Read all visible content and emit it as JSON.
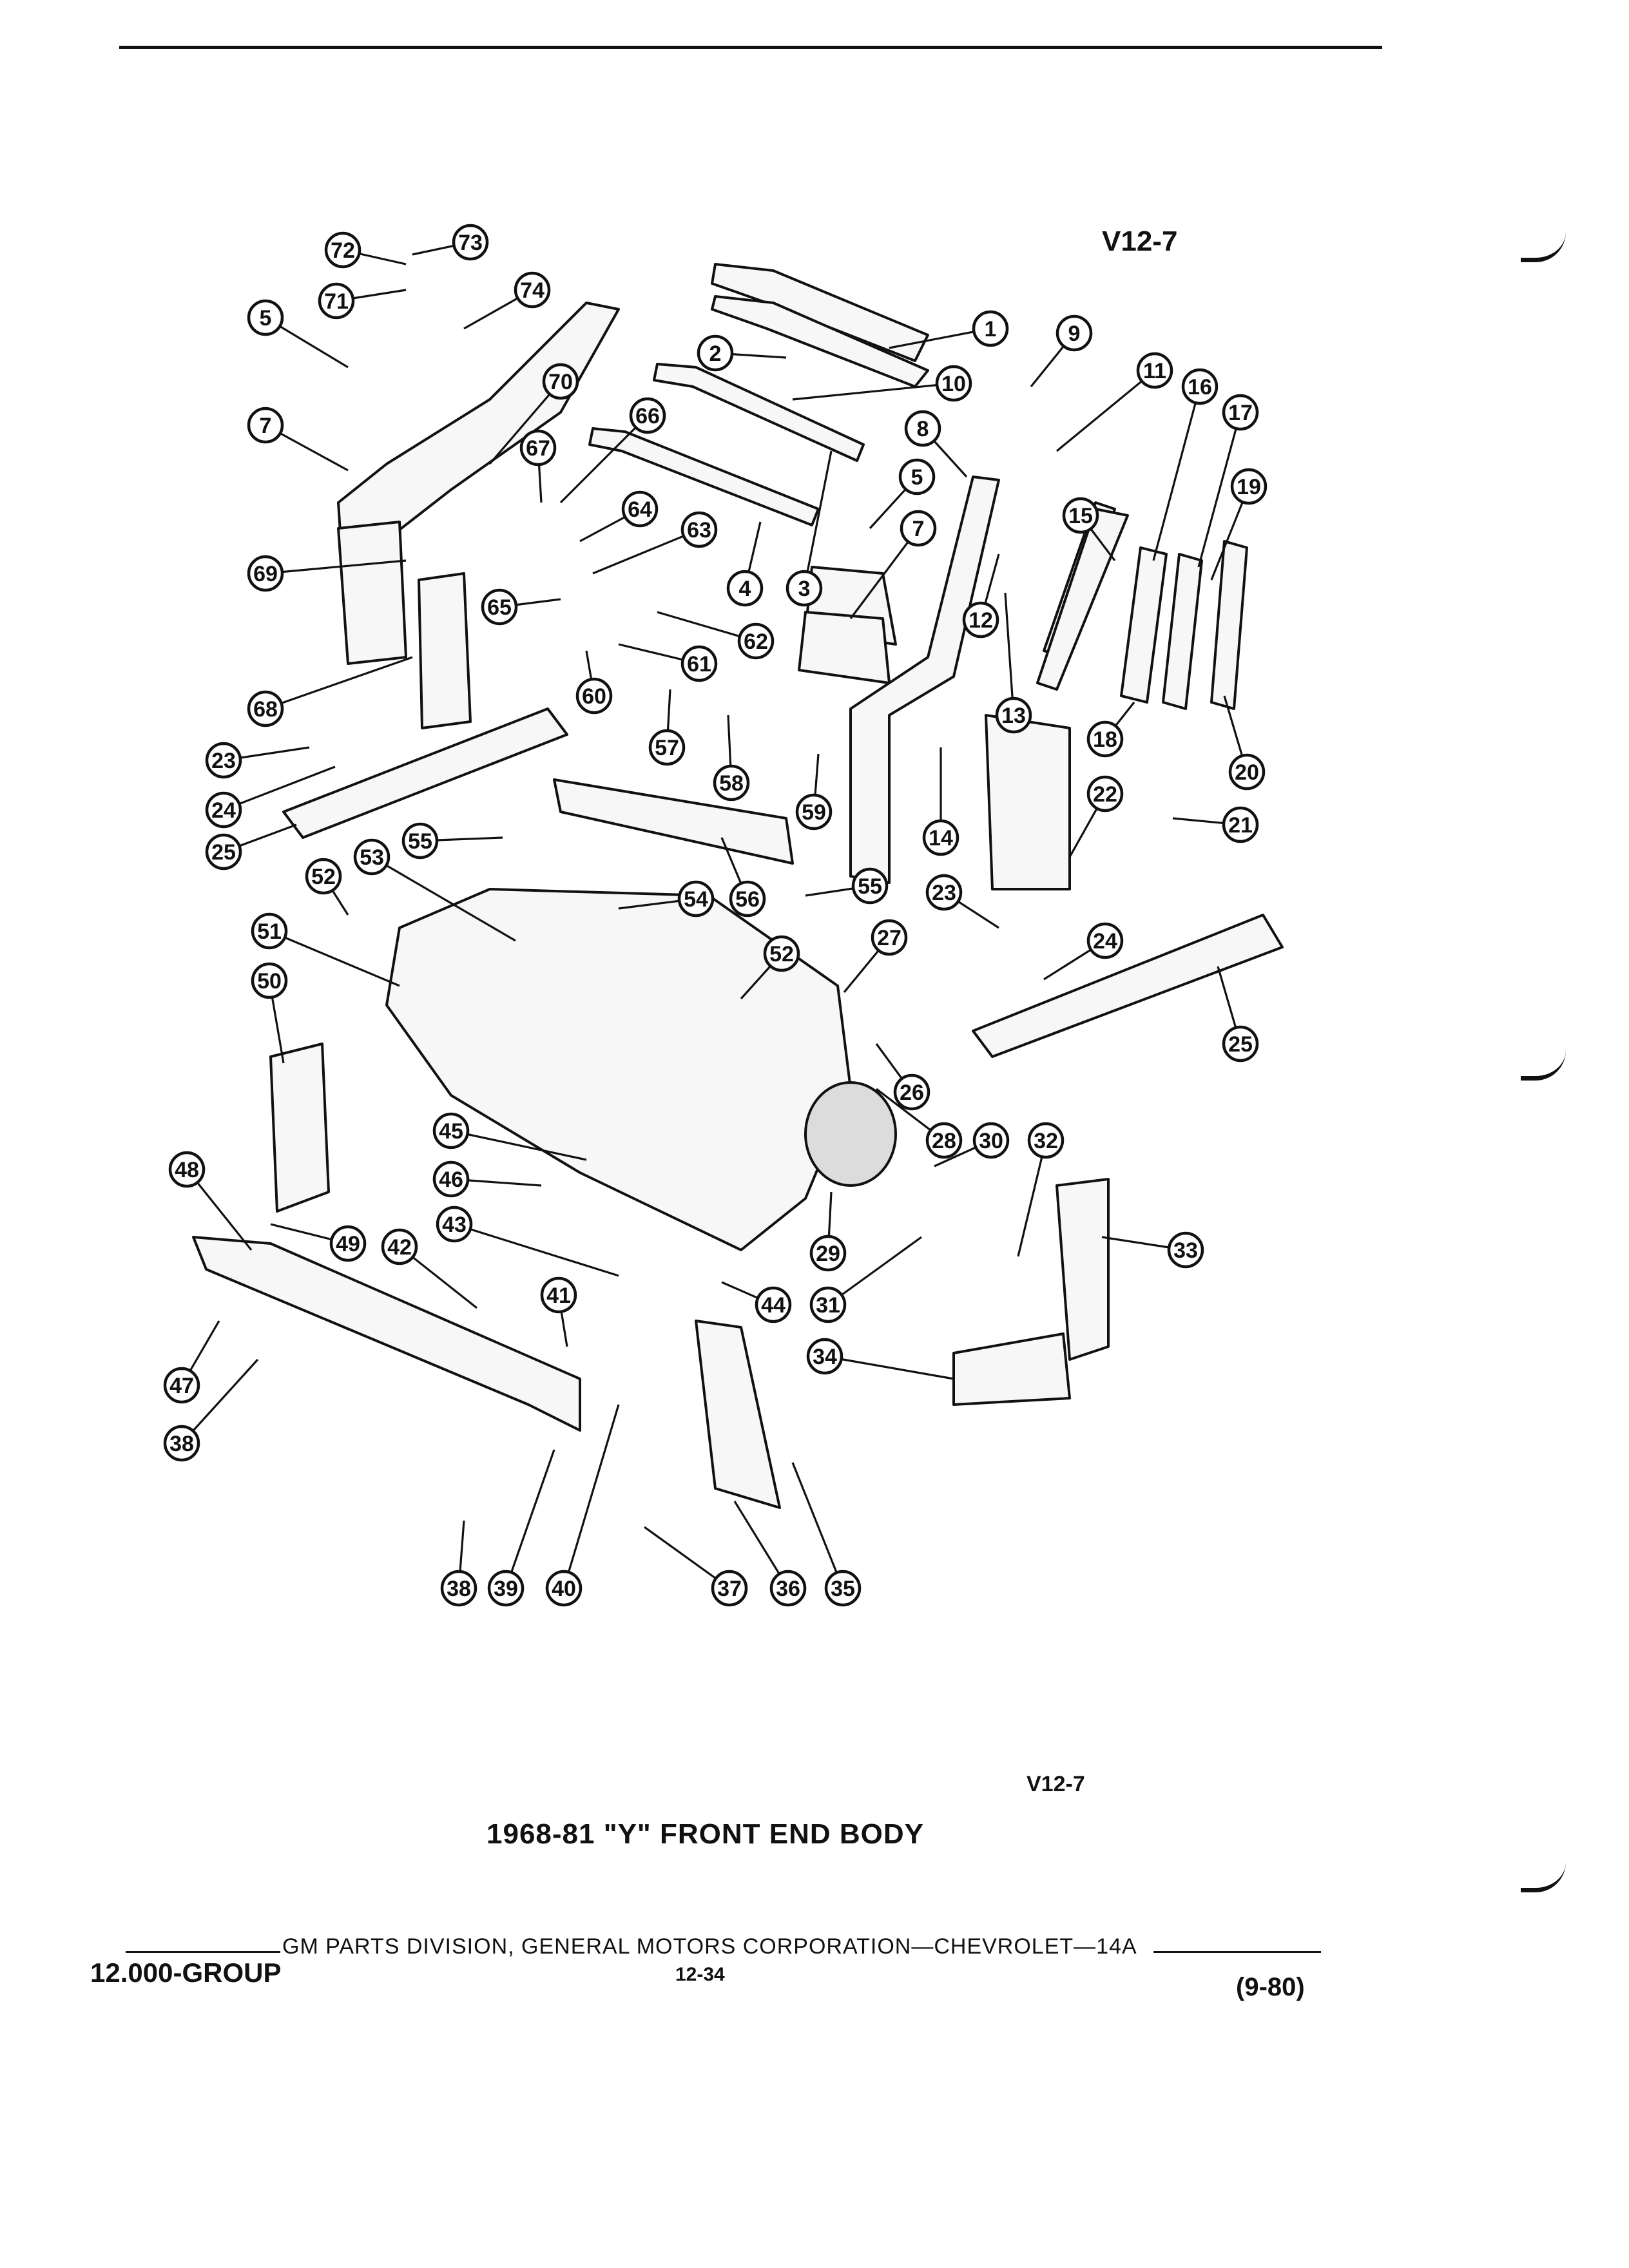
{
  "diagram": {
    "code_top": "V12-7",
    "code_bottom": "V12-7",
    "title": "1968-81 \"Y\" FRONT END BODY"
  },
  "callouts": [
    "1",
    "2",
    "3",
    "4",
    "5",
    "7",
    "8",
    "9",
    "10",
    "11",
    "12",
    "13",
    "14",
    "15",
    "16",
    "17",
    "18",
    "19",
    "20",
    "21",
    "22",
    "23",
    "24",
    "25",
    "26",
    "27",
    "28",
    "29",
    "30",
    "31",
    "32",
    "33",
    "34",
    "35",
    "36",
    "37",
    "38",
    "39",
    "40",
    "41",
    "42",
    "43",
    "44",
    "45",
    "46",
    "47",
    "48",
    "49",
    "50",
    "51",
    "52",
    "53",
    "54",
    "55",
    "56",
    "57",
    "58",
    "59",
    "60",
    "61",
    "62",
    "63",
    "64",
    "65",
    "66",
    "67",
    "68",
    "69",
    "70",
    "71",
    "72",
    "73",
    "74"
  ],
  "footer": {
    "division": "GM PARTS DIVISION, GENERAL MOTORS CORPORATION—CHEVROLET—14A",
    "group": "12.000-GROUP",
    "page": "12-34",
    "date": "(9-80)"
  }
}
